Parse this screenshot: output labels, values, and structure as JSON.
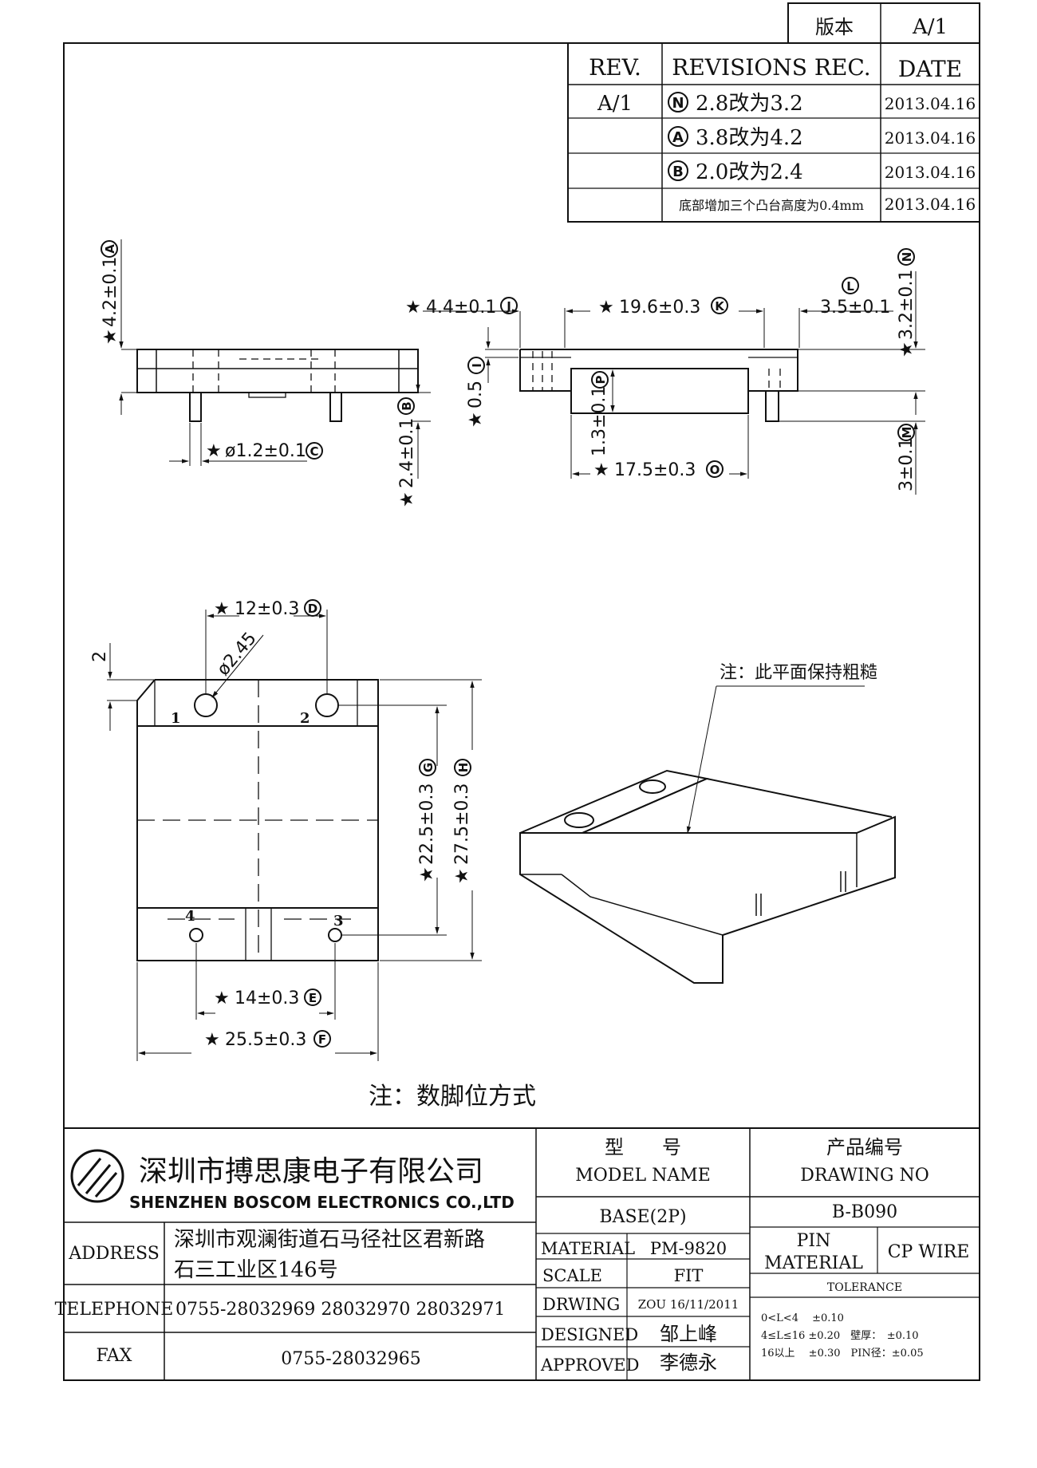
{
  "version_box": {
    "label": "版本",
    "value": "A/1"
  },
  "revisions": {
    "headers": {
      "rev": "REV.",
      "rec": "REVISIONS REC.",
      "date": "DATE"
    },
    "rows": [
      {
        "rev": "A/1",
        "mark": "N",
        "text": "2.8改为3.2",
        "date": "2013.04.16"
      },
      {
        "rev": "",
        "mark": "A",
        "text": "3.8改为4.2",
        "date": "2013.04.16"
      },
      {
        "rev": "",
        "mark": "B",
        "text": "2.0改为2.4",
        "date": "2013.04.16"
      },
      {
        "rev": "",
        "mark": "",
        "text": "底部增加三个凸台高度为0.4mm",
        "date": "2013.04.16"
      }
    ]
  },
  "dimensions": {
    "a": {
      "text": "4.2±0.1",
      "mark": "A"
    },
    "b": {
      "text": "2.4±0.1",
      "mark": "B"
    },
    "c": {
      "text": "ø1.2±0.1",
      "mark": "C"
    },
    "j": {
      "text": "4.4±0.1",
      "mark": "J"
    },
    "k": {
      "text": "19.6±0.3",
      "mark": "K"
    },
    "l": {
      "text": "3.5±0.1",
      "mark": "L"
    },
    "n": {
      "text": "3.2±0.1",
      "mark": "N"
    },
    "i": {
      "text": "0.5",
      "mark": "I"
    },
    "p": {
      "text": "1.3±0.1",
      "mark": "P"
    },
    "o": {
      "text": "17.5±0.3",
      "mark": "O"
    },
    "m": {
      "text": "3±0.1",
      "mark": "M"
    },
    "d": {
      "text": "12±0.3",
      "mark": "D"
    },
    "hole": {
      "text": "ø2.45"
    },
    "two": {
      "text": "2"
    },
    "g": {
      "text": "22.5±0.3",
      "mark": "G"
    },
    "h": {
      "text": "27.5±0.3",
      "mark": "H"
    },
    "e": {
      "text": "14±0.3",
      "mark": "E"
    },
    "f": {
      "text": "25.5±0.3",
      "mark": "F"
    }
  },
  "star": "★",
  "pins": [
    "1",
    "2",
    "3",
    "4"
  ],
  "notes": {
    "rough": "注：此平面保持粗糙",
    "pin_order": "注：数脚位方式"
  },
  "company": {
    "name_cn": "深圳市搏思康电子有限公司",
    "name_en": "SHENZHEN BOSCOM ELECTRONICS CO.,LTD"
  },
  "title_block": {
    "model_cn": "型　　号",
    "model_en": "MODEL NAME",
    "model_value": "BASE(2P)",
    "drawing_cn": "产品编号",
    "drawing_en": "DRAWING NO",
    "drawing_value": "B-B090",
    "address_label": "ADDRESS",
    "address_line1": "深圳市观澜街道石马径社区君新路",
    "address_line2": "石三工业区146号",
    "telephone_label": "TELEPHONE",
    "telephone_value": "0755-28032969 28032970 28032971",
    "fax_label": "FAX",
    "fax_value": "0755-28032965",
    "material_label": "MATERIAL",
    "material_value": "PM-9820",
    "scale_label": "SCALE",
    "scale_value": "FIT",
    "drwing_label": "DRWING",
    "drwing_value": "ZOU 16/11/2011",
    "designed_label": "DESIGNED",
    "designed_value": "邹上峰",
    "approved_label": "APPROVED",
    "approved_value": "李德永",
    "pin_label1": "PIN",
    "pin_label2": "MATERIAL",
    "pin_value": "CP WIRE",
    "tolerance_label": "TOLERANCE",
    "tol1": "0<L<4　 ±0.10",
    "tol2": "4≤L≤16 ±0.20　壁厚：　±0.10",
    "tol3": "16以上　 ±0.30　PIN径：±0.05"
  }
}
